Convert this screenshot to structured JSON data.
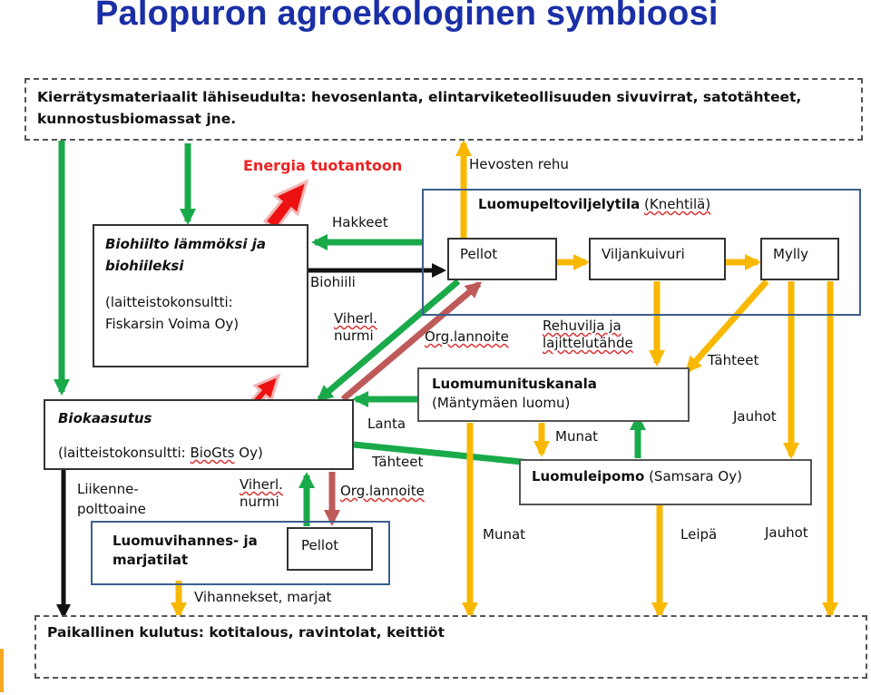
{
  "title": "Palopuron agroekologinen symbioosi",
  "nodes": {
    "recycle": "Kierrätysmateriaalit lähiseudulta: hevosenlanta, elintarviketeollisuuden sivuvirrat, satotähteet, kunnostusbiomassat jne.",
    "biohiilto_title_1": "Biohiilto lämmöksi ja",
    "biohiilto_title_2": "biohiileksi",
    "biohiilto_sub_1": "(laitteistokonsultti:",
    "biohiilto_sub_2": "Fiskarsin Voima Oy)",
    "farm_title": "Luomupeltoviljelytila",
    "farm_owner": "(Knehtilä)",
    "pellot": "Pellot",
    "viljankuivuri": "Viljankuivuri",
    "mylly": "Mylly",
    "kanala_title": "Luomumunituskanala",
    "kanala_owner": "(Mäntymäen luomu)",
    "biokaasutus_title": "Biokaasutus",
    "biokaasutus_sub_1": "(laitteistokonsultti:",
    "biokaasutus_sub_2": "BioGts",
    "biokaasutus_sub_3": "Oy)",
    "leipomo_title": "Luomuleipomo",
    "leipomo_owner": "(Samsara Oy)",
    "vihannes_1": "Luomuvihannes- ja",
    "vihannes_2": "marjatilat",
    "pellot2": "Pellot",
    "kulutus": "Paikallinen kulutus: kotitalous, ravintolat, keittiöt"
  },
  "labels": {
    "energia": "Energia tuotantoon",
    "hevosten_rehu": "Hevosten rehu",
    "hakkeet": "Hakkeet",
    "biohiili": "Biohiili",
    "viherl_1": "Viherl.",
    "viherl_1b": "nurmi",
    "org_lannoite_1": "Org.lannoite",
    "rehuvilja_1": "Rehuvilja ja",
    "rehuvilja_2": "lajittelutähde",
    "tahteet_1": "Tähteet",
    "lanta": "Lanta",
    "jauhot_1": "Jauhot",
    "munat_1": "Munat",
    "tahteet_2": "Tähteet",
    "liikenne_1": "Liikenne-",
    "liikenne_2": "polttoaine",
    "viherl_2": "Viherl.",
    "viherl_2b": "nurmi",
    "org_lannoite_2": "Org.lannoite",
    "munat_2": "Munat",
    "leipa": "Leipä",
    "jauhot_2": "Jauhot",
    "vihannekset": "Vihannekset, marjat"
  },
  "colors": {
    "title": "#1a2fa6",
    "green": "#1aaa4a",
    "yellow": "#f9b800",
    "black": "#111111",
    "brown": "#bf5a5a",
    "red": "#ee1111",
    "farm_border": "#3b5f8c"
  }
}
